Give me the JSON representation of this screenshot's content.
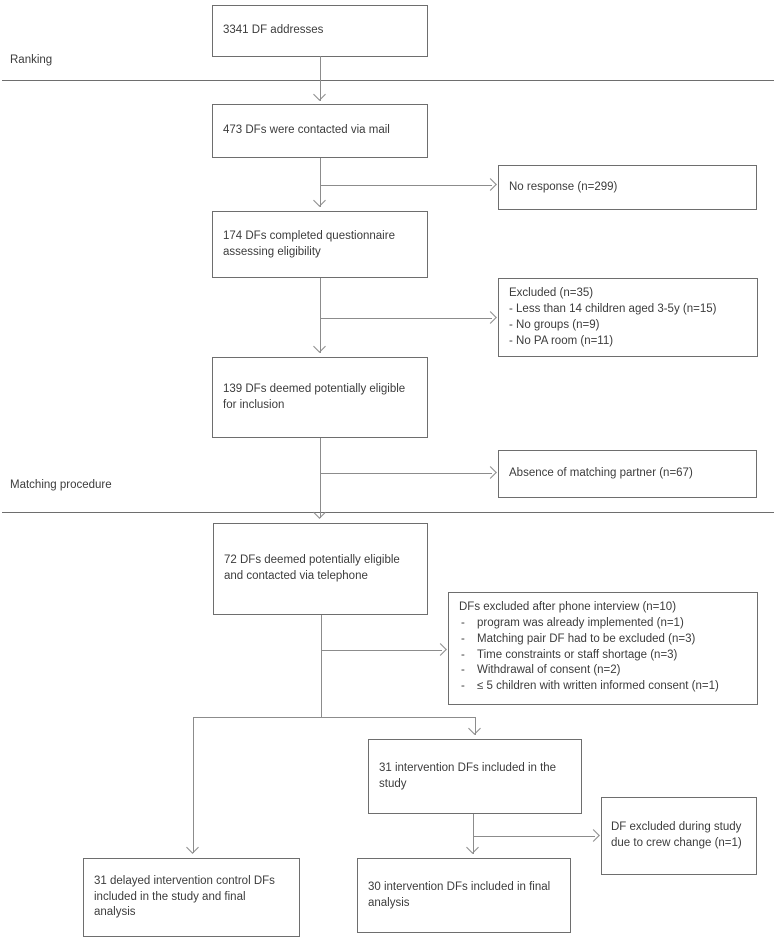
{
  "diagram": {
    "title_semantic": "Study recruitment flow chart",
    "section_labels": {
      "ranking": "Ranking",
      "matching": "Matching procedure"
    },
    "boxes": {
      "addresses": {
        "text": "3341 DF addresses"
      },
      "contacted": {
        "text": "473 DFs were contacted via mail"
      },
      "no_response": {
        "text": "No response (n=299)"
      },
      "questionnaire": {
        "text": "174 DFs completed questionnaire assessing eligibility"
      },
      "excluded_35": {
        "title": "Excluded (n=35)",
        "items": [
          "- Less than 14 children aged 3-5y (n=15)",
          "- No groups (n=9)",
          "- No PA room (n=11)"
        ]
      },
      "eligible_139": {
        "text": "139 DFs deemed potentially eligible for inclusion"
      },
      "absence": {
        "text": "Absence of matching partner (n=67)"
      },
      "telephone_72": {
        "text": "72 DFs deemed potentially eligible and contacted via telephone"
      },
      "phone_excluded": {
        "title": "DFs excluded after phone interview (n=10)",
        "marker": "-",
        "items": [
          "program was already implemented (n=1)",
          "Matching pair DF had to be excluded (n=3)",
          "Time constraints or staff shortage (n=3)",
          "Withdrawal of consent (n=2)",
          "≤ 5 children with written informed consent (n=1)"
        ]
      },
      "intervention_31": {
        "text": "31 intervention DFs included in the study"
      },
      "crew_change": {
        "text": "DF excluded during study due to crew change (n=1)"
      },
      "delayed_31": {
        "text": "31 delayed intervention control DFs included in the study and final analysis"
      },
      "intervention_30": {
        "text": "30 intervention DFs included in final analysis"
      }
    },
    "colors": {
      "box_border": "#6e6e6e",
      "connector": "#8c8c8c",
      "text": "#3c3c3c",
      "background": "#ffffff"
    }
  }
}
